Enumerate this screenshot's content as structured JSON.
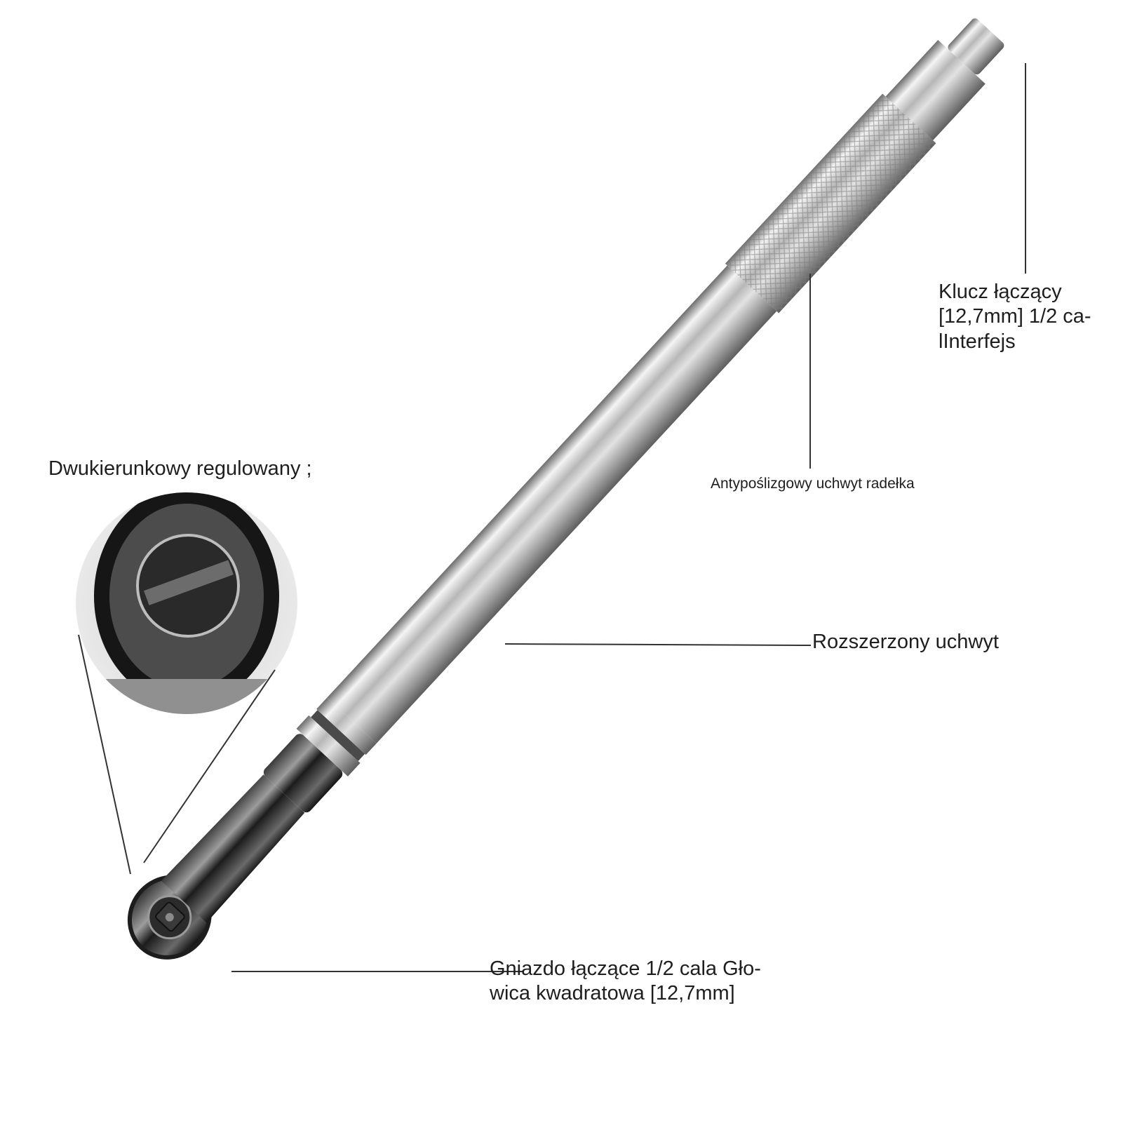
{
  "image": {
    "background": "#ffffff",
    "subject": "torque-wrench",
    "colors": {
      "chrome": "#c4c4c4",
      "dark_head": "#2a2a2a",
      "leader_line": "#333333"
    }
  },
  "labels": {
    "clutch_key": "Klucz łączący [12,7mm] 1/2 ca-lInterfejs",
    "knurled_grip": "Antypoślizgowy uchwyt radełka",
    "extended_handle": "Rozszerzony uchwyt",
    "square_socket": "Gniazdo łączące 1/2 cala Gło-wica kwadratowa [12,7mm]",
    "ratchet_direction": "Dwukierunkowy regulowany ;"
  }
}
